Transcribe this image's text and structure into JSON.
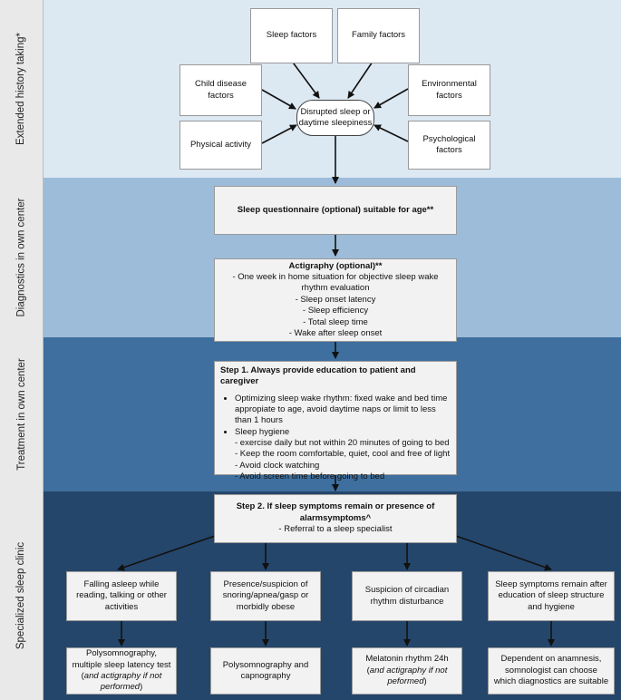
{
  "sections": [
    {
      "label": "Extended history taking*"
    },
    {
      "label": "Diagnostics in own center"
    },
    {
      "label": "Treatment in own center"
    },
    {
      "label": "Specialized sleep clinic"
    }
  ],
  "history": {
    "center": "Disrupted sleep or daytime sleepiness",
    "sleep_factors": "Sleep factors",
    "family_factors": "Family factors",
    "child_disease": "Child disease factors",
    "environmental": "Environmental factors",
    "physical": "Physical activity",
    "psychological": "Psychological factors"
  },
  "diagnostics": {
    "questionnaire": "Sleep questionnaire (optional) suitable for age**",
    "actigraphy_title": "Actigraphy (optional)**",
    "actigraphy_lines": [
      "- One week in home situation for objective sleep wake rhythm evaluation",
      "- Sleep onset latency",
      "- Sleep efficiency",
      "- Total sleep time",
      "- Wake after sleep onset"
    ]
  },
  "treatment": {
    "title": "Step 1. Always provide education to patient and caregiver",
    "bullet1": "Optimizing sleep wake rhythm: fixed wake and bed time appropiate to age, avoid daytime naps or limit to less than 1 hours",
    "bullet2": "Sleep hygiene",
    "sub": [
      "- exercise daily but not within 20 minutes of going to bed",
      "- Keep the room comfortable, quiet, cool and free of light",
      "- Avoid clock watching",
      "- Avoid screen time before going to bed"
    ]
  },
  "specialized": {
    "step2_title": "Step 2. If sleep symptoms remain or presence of alarmsymptoms^",
    "step2_sub": "- Referral to a sleep specialist",
    "branches": [
      {
        "symptom": "Falling asleep while reading, talking or other activities",
        "test_main": "Polysomnography, multiple sleep latency test (",
        "test_italic": "and actigraphy if not performed",
        "test_end": ")"
      },
      {
        "symptom": "Presence/suspicion of snoring/apnea/gasp or morbidly obese",
        "test_main": "Polysomnography and capnography",
        "test_italic": "",
        "test_end": ""
      },
      {
        "symptom": "Suspicion of circadian rhythm disturbance",
        "test_main": "Melatonin rhythm 24h (",
        "test_italic": "and actigraphy if not peformed",
        "test_end": ")"
      },
      {
        "symptom": "Sleep symptoms remain after education of sleep structure and hygiene",
        "test_main": "Dependent on anamnesis, somnologist can choose which diagnostics are suitable",
        "test_italic": "",
        "test_end": ""
      }
    ]
  },
  "colors": {
    "band1": "#dce8f2",
    "band2": "#9dbcd9",
    "band3": "#3e6f9e",
    "band4": "#25466b"
  }
}
